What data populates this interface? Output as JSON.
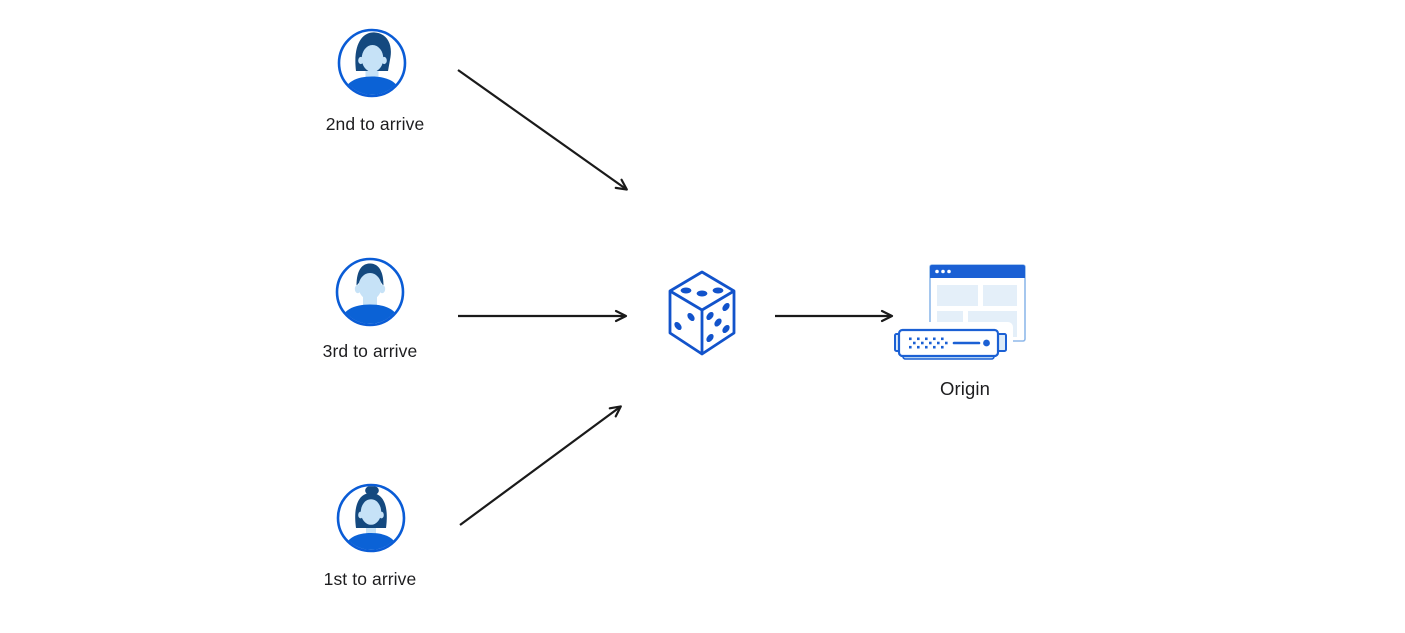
{
  "diagram": {
    "clients": [
      {
        "label": "2nd to arrive",
        "avatar": "man-pompadour-avatar"
      },
      {
        "label": "3rd to arrive",
        "avatar": "man-short-hair-avatar"
      },
      {
        "label": "1st to arrive",
        "avatar": "woman-bun-avatar"
      }
    ],
    "randomizer": {
      "icon": "dice-icon"
    },
    "origin": {
      "label": "Origin",
      "icon": "origin-server-icon"
    },
    "arrows": [
      {
        "from": "client-2nd",
        "to": "dice"
      },
      {
        "from": "client-3rd",
        "to": "dice"
      },
      {
        "from": "client-1st",
        "to": "dice"
      },
      {
        "from": "dice",
        "to": "origin"
      }
    ],
    "colors": {
      "background": "#ffffff",
      "accent_blue": "#0b62d6",
      "outline_blue": "#1253cb",
      "header_blue": "#1b60d4",
      "hair_navy": "#14497f",
      "skin_light_blue": "#c6e2f7",
      "panel_light_blue": "#e4eff9",
      "arrow_black": "#1a1a1a",
      "label_text": "#1d1d1f"
    }
  }
}
